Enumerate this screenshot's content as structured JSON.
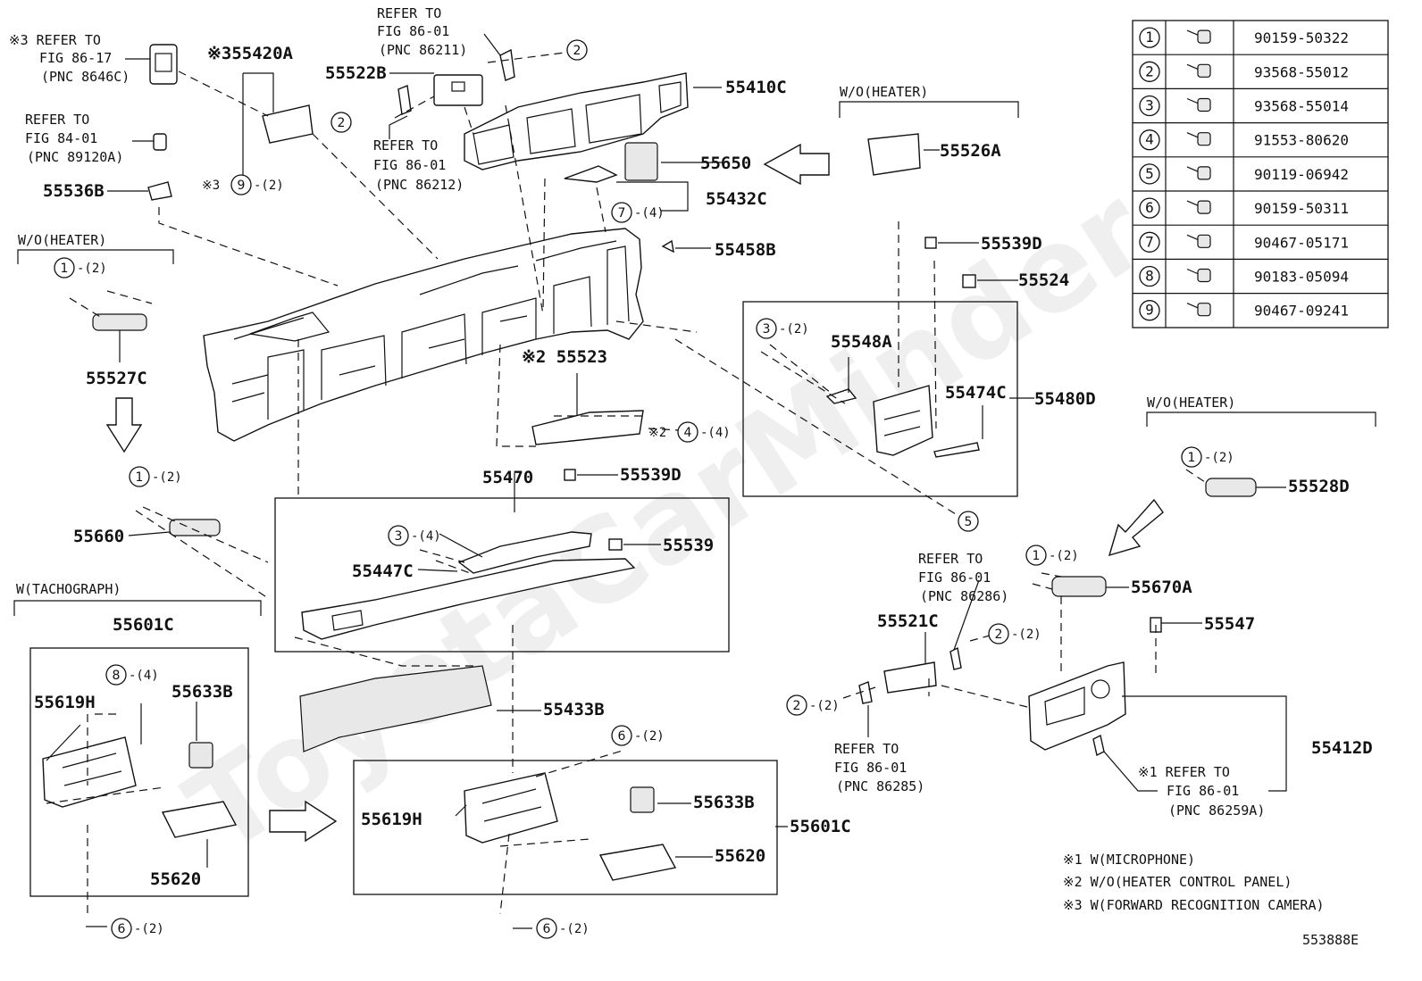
{
  "figure_id": "553888E",
  "watermark": "ToyotaCarMinder",
  "fastener_table": [
    {
      "num": "1",
      "part": "90159-50322",
      "icon": "screw-washer-icon"
    },
    {
      "num": "2",
      "part": "93568-55012",
      "icon": "screw-icon"
    },
    {
      "num": "3",
      "part": "93568-55014",
      "icon": "screw-icon"
    },
    {
      "num": "4",
      "part": "91553-80620",
      "icon": "bolt-icon"
    },
    {
      "num": "5",
      "part": "90119-06942",
      "icon": "bolt-washer-icon"
    },
    {
      "num": "6",
      "part": "90159-50311",
      "icon": "screw-washer-icon"
    },
    {
      "num": "7",
      "part": "90467-05171",
      "icon": "clip-icon"
    },
    {
      "num": "8",
      "part": "90183-05094",
      "icon": "nut-clip-icon"
    },
    {
      "num": "9",
      "part": "90467-09241",
      "icon": "clip-icon"
    }
  ],
  "notes": [
    "※1 W(MICROPHONE)",
    "※2 W/O(HEATER CONTROL PANEL)",
    "※3 W(FORWARD RECOGNITION CAMERA)"
  ],
  "labels": {
    "p55420A": "※355420A",
    "p55522B": "55522B",
    "p55410C": "55410C",
    "p55650": "55650",
    "p55526A": "55526A",
    "p55432C": "55432C",
    "p55536B": "55536B",
    "p55458B": "55458B",
    "p55539D_a": "55539D",
    "p55524": "55524",
    "p55527C": "55527C",
    "p55548A": "55548A",
    "p55474C": "55474C",
    "p55480D": "55480D",
    "p55523": "※2 55523",
    "p55470": "55470",
    "p55539D_b": "55539D",
    "p55539": "55539",
    "p55447C": "55447C",
    "p55660": "55660",
    "p55528D": "55528D",
    "p55670A": "55670A",
    "p55547": "55547",
    "p55521C": "55521C",
    "p55412D": "55412D",
    "p55601C_a": "55601C",
    "p55619H_a": "55619H",
    "p55633B_a": "55633B",
    "p55620_a": "55620",
    "p55433B": "55433B",
    "p55619H_b": "55619H",
    "p55633B_b": "55633B",
    "p55601C_b": "55601C",
    "p55620_b": "55620"
  },
  "conditions": {
    "wo_heater_1": "W/O(HEATER)",
    "wo_heater_2": "W/O(HEATER)",
    "wo_heater_3": "W/O(HEATER)",
    "w_tachograph": "W(TACHOGRAPH)"
  },
  "references": {
    "r8646C": [
      "※3 REFER TO",
      "FIG 86-17",
      "(PNC 8646C)"
    ],
    "r89120A": [
      "REFER TO",
      "FIG 84-01",
      "(PNC 89120A)"
    ],
    "r86211": [
      "REFER TO",
      "FIG 86-01",
      "(PNC 86211)"
    ],
    "r86212": [
      "REFER TO",
      "FIG 86-01",
      "(PNC 86212)"
    ],
    "r86286": [
      "REFER TO",
      "FIG 86-01",
      "(PNC 86286)"
    ],
    "r86285": [
      "REFER TO",
      "FIG 86-01",
      "(PNC 86285)"
    ],
    "r86259A": [
      "※1 REFER TO",
      "FIG 86-01",
      "(PNC 86259A)"
    ]
  },
  "callouts": {
    "c9": {
      "num": "9",
      "qty": "-(2)",
      "prefix": "※3"
    },
    "c2_top": {
      "num": "2",
      "qty": ""
    },
    "c2_left": {
      "num": "2",
      "qty": ""
    },
    "c7": {
      "num": "7",
      "qty": "-(4)"
    },
    "c1_a": {
      "num": "1",
      "qty": "-(2)"
    },
    "c1_b": {
      "num": "1",
      "qty": "-(2)"
    },
    "c3_a": {
      "num": "3",
      "qty": "-(2)"
    },
    "c4": {
      "num": "4",
      "qty": "-(4)",
      "prefix": "※2"
    },
    "c3_b": {
      "num": "3",
      "qty": "-(4)"
    },
    "c5": {
      "num": "5",
      "qty": ""
    },
    "c1_c": {
      "num": "1",
      "qty": "-(2)"
    },
    "c1_d": {
      "num": "1",
      "qty": "-(2)"
    },
    "c2_r1": {
      "num": "2",
      "qty": "-(2)"
    },
    "c2_r2": {
      "num": "2",
      "qty": "-(2)"
    },
    "c8": {
      "num": "8",
      "qty": "-(4)"
    },
    "c6_a": {
      "num": "6",
      "qty": "-(2)"
    },
    "c6_b": {
      "num": "6",
      "qty": "-(2)"
    },
    "c6_c": {
      "num": "6",
      "qty": "-(2)"
    }
  }
}
